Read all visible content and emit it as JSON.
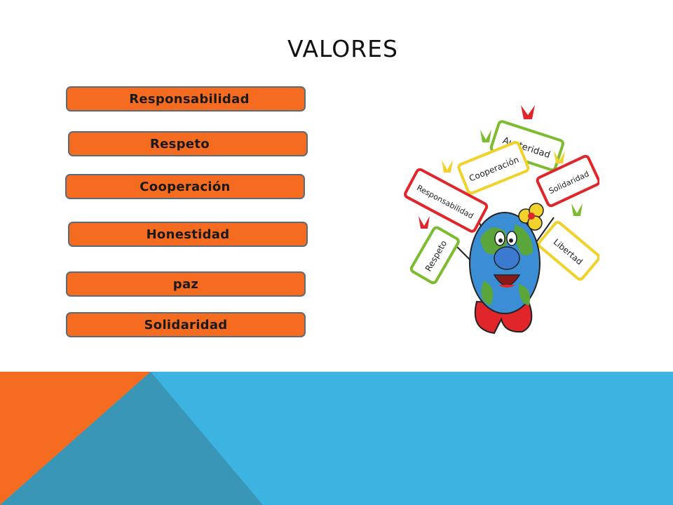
{
  "slide": {
    "title": "VALORES",
    "values": [
      {
        "label": "Responsabilidad"
      },
      {
        "label": "Respeto"
      },
      {
        "label": "Cooperación"
      },
      {
        "label": "Honestidad"
      },
      {
        "label": "paz"
      },
      {
        "label": "Solidaridad"
      }
    ],
    "illustration": {
      "signs": [
        "Austeridad",
        "Cooperación",
        "Responsabilidad",
        "Solidaridad",
        "Libertad",
        "Respeto"
      ]
    }
  },
  "colors": {
    "accent_orange": "#f56b1f",
    "accent_blue": "#3cb3e0",
    "deep_blue": "#3a96b6"
  }
}
